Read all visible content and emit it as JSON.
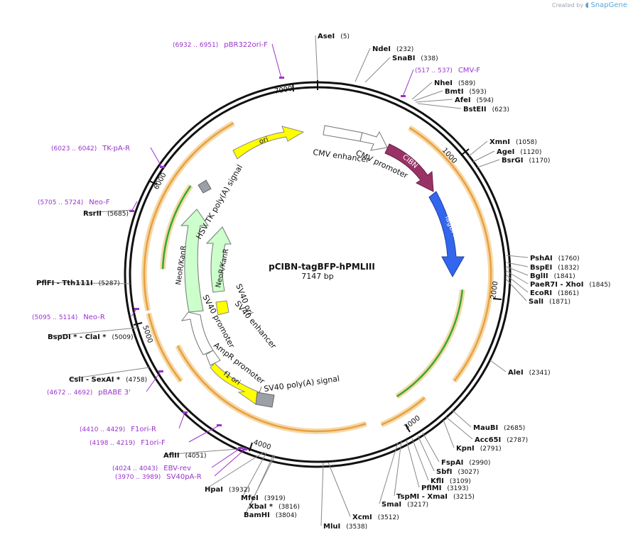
{
  "watermark": {
    "prefix": "Created by",
    "brand": "SnapGene"
  },
  "plasmid": {
    "name": "pCIBN-tagBFP-hPMLIII",
    "size_label": "7147 bp",
    "length": 7147
  },
  "ticks": [
    "1000",
    "2000",
    "3000",
    "4000",
    "5000",
    "6000",
    "7000"
  ],
  "colors": {
    "primer": "#9933cc",
    "feature_orange": "#e8a040",
    "cibn": "#993366",
    "tagbfp": "#3366ee",
    "ori": "#ffff00",
    "neo": "#ccffcc",
    "green": "#33aa33",
    "grey_box": "#999999"
  },
  "features": [
    {
      "name": "CMV enhancer"
    },
    {
      "name": "CMV promoter"
    },
    {
      "name": "CIBN"
    },
    {
      "name": "TagBFP"
    },
    {
      "name": "ori"
    },
    {
      "name": "HSV TK poly(A) signal"
    },
    {
      "name": "NeoR/KanR"
    },
    {
      "name": "NeoR/KanR"
    },
    {
      "name": "SV40 ori"
    },
    {
      "name": "SV40 enhancer"
    },
    {
      "name": "SV40 promoter"
    },
    {
      "name": "AmpR promoter"
    },
    {
      "name": "f1 ori"
    },
    {
      "name": "SV40 poly(A) signal"
    }
  ],
  "sites": [
    {
      "name": "AseI",
      "pos": "(5)"
    },
    {
      "name": "NdeI",
      "pos": "(232)"
    },
    {
      "name": "SnaBI",
      "pos": "(338)"
    },
    {
      "name": "NheI",
      "pos": "(589)"
    },
    {
      "name": "BmtI",
      "pos": "(593)"
    },
    {
      "name": "AfeI",
      "pos": "(594)"
    },
    {
      "name": "BstEII",
      "pos": "(623)"
    },
    {
      "name": "XmnI",
      "pos": "(1058)"
    },
    {
      "name": "AgeI",
      "pos": "(1120)"
    },
    {
      "name": "BsrGI",
      "pos": "(1170)"
    },
    {
      "name": "PshAI",
      "pos": "(1760)"
    },
    {
      "name": "BspEI",
      "pos": "(1832)"
    },
    {
      "name": "BglII",
      "pos": "(1841)"
    },
    {
      "name": "PaeR7I - XhoI",
      "pos": "(1845)"
    },
    {
      "name": "EcoRI",
      "pos": "(1861)"
    },
    {
      "name": "SalI",
      "pos": "(1871)"
    },
    {
      "name": "AleI",
      "pos": "(2341)"
    },
    {
      "name": "MauBI",
      "pos": "(2685)"
    },
    {
      "name": "Acc65I",
      "pos": "(2787)"
    },
    {
      "name": "KpnI",
      "pos": "(2791)"
    },
    {
      "name": "FspAI",
      "pos": "(2990)"
    },
    {
      "name": "SbfI",
      "pos": "(3027)"
    },
    {
      "name": "KflI",
      "pos": "(3109)"
    },
    {
      "name": "PflMI",
      "pos": "(3193)"
    },
    {
      "name": "TspMI - XmaI",
      "pos": "(3215)"
    },
    {
      "name": "SmaI",
      "pos": "(3217)"
    },
    {
      "name": "XcmI",
      "pos": "(3512)"
    },
    {
      "name": "MluI",
      "pos": "(3538)"
    },
    {
      "name": "BamHI",
      "pos": "(3804)"
    },
    {
      "name": "XbaI *",
      "pos": "(3816)"
    },
    {
      "name": "MfeI",
      "pos": "(3919)"
    },
    {
      "name": "HpaI",
      "pos": "(3932)"
    },
    {
      "name": "AflII",
      "pos": "(4051)"
    },
    {
      "name": "CsiI - SexAI *",
      "pos": "(4758)"
    },
    {
      "name": "BspDI * - ClaI *",
      "pos": "(5009)"
    },
    {
      "name": "PflFI - Tth111I",
      "pos": "(5287)"
    },
    {
      "name": "RsrII",
      "pos": "(5685)"
    }
  ],
  "primers": [
    {
      "name": "pBR322ori-F",
      "range": "(6932 .. 6951)"
    },
    {
      "name": "CMV-F",
      "range": "(517 .. 537)"
    },
    {
      "name": "TK-pA-R",
      "range": "(6023 .. 6042)"
    },
    {
      "name": "Neo-F",
      "range": "(5705 .. 5724)"
    },
    {
      "name": "Neo-R",
      "range": "(5095 .. 5114)"
    },
    {
      "name": "pBABE 3'",
      "range": "(4672 .. 4692)"
    },
    {
      "name": "F1ori-R",
      "range": "(4410 .. 4429)"
    },
    {
      "name": "F1ori-F",
      "range": "(4198 .. 4219)"
    },
    {
      "name": "EBV-rev",
      "range": "(4024 .. 4043)"
    },
    {
      "name": "SV40pA-R",
      "range": "(3970 .. 3989)"
    }
  ]
}
